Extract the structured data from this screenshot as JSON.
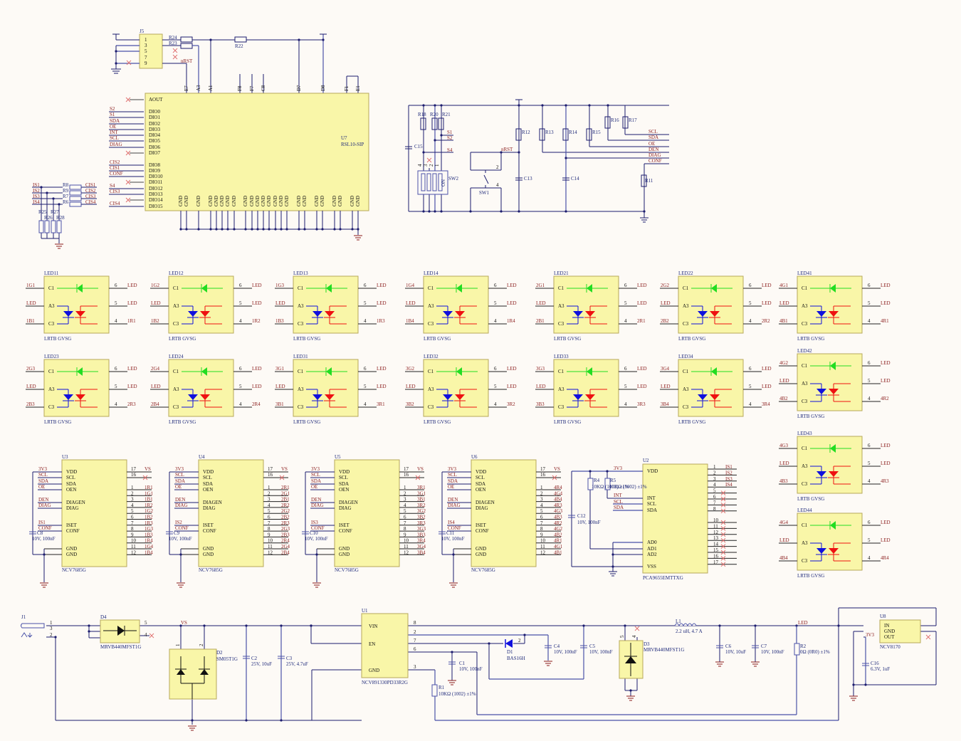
{
  "title": "RSL10 LED Driver Schematic",
  "colors": {
    "background": "#fdfaf6",
    "component_fill": "#f9f6a8",
    "wire": "#1c1c6e",
    "net_label": "#8a1b1b",
    "designator": "#1f2a7a",
    "led_green": "#22dd22",
    "led_blue": "#1010dd",
    "led_red": "#ee1111"
  },
  "mcu": {
    "designator": "U7",
    "part": "RSL10-SIP",
    "top_pins": [
      "E7",
      "A3",
      "A1",
      "F8",
      "F7",
      "C8",
      "D7",
      "D8",
      "F1",
      "E1"
    ],
    "left_pins": [
      {
        "pin": "AOUT",
        "net": ""
      },
      {
        "pin": "DIO0",
        "net": "S2"
      },
      {
        "pin": "DIO1",
        "net": "S1"
      },
      {
        "pin": "DIO2",
        "net": "SDA"
      },
      {
        "pin": "DIO3",
        "net": "OE"
      },
      {
        "pin": "DIO4",
        "net": "INT"
      },
      {
        "pin": "DIO5",
        "net": "SCL"
      },
      {
        "pin": "DIO6",
        "net": "DIAG"
      },
      {
        "pin": "DIO7",
        "net": ""
      },
      {
        "pin": "DIO8",
        "net": "CIS2"
      },
      {
        "pin": "DIO9",
        "net": "CIS1"
      },
      {
        "pin": "DIO10",
        "net": "CONF"
      },
      {
        "pin": "DIO11",
        "net": ""
      },
      {
        "pin": "DIO12",
        "net": "S4"
      },
      {
        "pin": "DIO13",
        "net": "CIS3"
      },
      {
        "pin": "DIO14",
        "net": ""
      },
      {
        "pin": "DIO15",
        "net": "CIS4"
      }
    ],
    "gnd_pin_label": "GND",
    "gnd_pin_count": 22
  },
  "header": {
    "designator": "J5",
    "pins": [
      "1",
      "3",
      "5",
      "7",
      "9"
    ],
    "resistors": [
      "R24",
      "R23",
      "R22"
    ],
    "nrst_label": "nRST"
  },
  "current_set": {
    "inputs": [
      "IS1",
      "IS2",
      "IS3",
      "IS4"
    ],
    "series_resistors": [
      "R8",
      "R9",
      "R7",
      "R6"
    ],
    "outputs": [
      "CIS1",
      "CIS2",
      "CIS3",
      "CIS4"
    ],
    "pulldowns": [
      "R25",
      "R26",
      "R27",
      "R28"
    ]
  },
  "switch_block": {
    "resistors": [
      "R18",
      "R20",
      "R21",
      "R12",
      "R13",
      "R14",
      "R15",
      "R16",
      "R17",
      "R11"
    ],
    "caps": [
      "C15",
      "C13",
      "C14"
    ],
    "sw2": "SW2",
    "sw2_side": "ON",
    "sw2_pins": [
      "4",
      "3",
      "2",
      "1"
    ],
    "sw1": "SW1",
    "sw1_pins": [
      "2",
      "4"
    ],
    "nets_left": [
      "S1",
      "S2",
      "S4"
    ],
    "nrst": "nRST",
    "bus_nets": [
      "SCL",
      "SDA",
      "OE",
      "DEN",
      "DIAG",
      "CONF"
    ]
  },
  "leds": {
    "part": "LRTB GVSG",
    "pins_left": [
      "C1",
      "A3",
      "C3"
    ],
    "pins_right": [
      "6",
      "5",
      "4"
    ],
    "common_net": "LED",
    "items": [
      {
        "ref": "LED11",
        "g": "1G1",
        "b": "1B1",
        "r": "1R1"
      },
      {
        "ref": "LED12",
        "g": "1G2",
        "b": "1B2",
        "r": "1R2"
      },
      {
        "ref": "LED13",
        "g": "1G3",
        "b": "1B3",
        "r": "1R3"
      },
      {
        "ref": "LED14",
        "g": "1G4",
        "b": "1B4",
        "r": "1R4"
      },
      {
        "ref": "LED21",
        "g": "2G1",
        "b": "2B1",
        "r": "2R1"
      },
      {
        "ref": "LED22",
        "g": "2G2",
        "b": "2B2",
        "r": "2R2"
      },
      {
        "ref": "LED41",
        "g": "4G1",
        "b": "4B1",
        "r": "4R1"
      },
      {
        "ref": "LED23",
        "g": "2G3",
        "b": "2B3",
        "r": "2R3"
      },
      {
        "ref": "LED24",
        "g": "2G4",
        "b": "2B4",
        "r": "2R4"
      },
      {
        "ref": "LED31",
        "g": "3G1",
        "b": "3B1",
        "r": "3R1"
      },
      {
        "ref": "LED32",
        "g": "3G2",
        "b": "3B2",
        "r": "3R2"
      },
      {
        "ref": "LED33",
        "g": "3G3",
        "b": "3B3",
        "r": "3R3"
      },
      {
        "ref": "LED34",
        "g": "3G4",
        "b": "3B4",
        "r": "3R4"
      },
      {
        "ref": "LED42",
        "g": "4G2",
        "b": "4B2",
        "r": "4R2"
      },
      {
        "ref": "LED43",
        "g": "4G3",
        "b": "4B3",
        "r": "4R3"
      },
      {
        "ref": "LED44",
        "g": "4G4",
        "b": "4B4",
        "r": "4R4"
      }
    ]
  },
  "drivers": {
    "part": "NCV7685G",
    "left_pins": [
      {
        "pin": "VDD",
        "net": "3V3"
      },
      {
        "pin": "SCL",
        "net": "SCL"
      },
      {
        "pin": "SDA",
        "net": "SDA"
      },
      {
        "pin": "OEN",
        "net": "OE"
      },
      {
        "pin": "DIAGEN",
        "net": "DEN"
      },
      {
        "pin": "DIAG",
        "net": "DIAG"
      },
      {
        "pin": "ISET",
        "net": "IS"
      },
      {
        "pin": "CONF",
        "net": "CONF"
      },
      {
        "pin": "GND",
        "net": ""
      },
      {
        "pin": "GND",
        "net": ""
      }
    ],
    "right_top": [
      {
        "pin": "17",
        "net": "VS"
      },
      {
        "pin": "16",
        "net": ""
      }
    ],
    "right_pin_numbers": [
      "1",
      "2",
      "3",
      "4",
      "5",
      "6",
      "7",
      "8",
      "9",
      "10",
      "11",
      "12"
    ],
    "cap_value": "10V, 100nF",
    "items": [
      {
        "ref": "U3",
        "iset": "IS1",
        "cap": "C8",
        "outs": [
          "1R1",
          "1G1",
          "1B1",
          "1R2",
          "1G2",
          "1B2",
          "1R3",
          "1G3",
          "1B3",
          "1R4",
          "1G4",
          "1B4"
        ]
      },
      {
        "ref": "U4",
        "iset": "IS2",
        "cap": "C9",
        "outs": [
          "2R1",
          "2G1",
          "2B1",
          "2R2",
          "2G2",
          "2B2",
          "2R3",
          "2G3",
          "2B3",
          "2R4",
          "2G4",
          "2B4"
        ]
      },
      {
        "ref": "U5",
        "iset": "IS3",
        "cap": "C10",
        "outs": [
          "3R1",
          "3G1",
          "3B1",
          "3R2",
          "3G2",
          "3B2",
          "3R3",
          "3G3",
          "3B3",
          "3R4",
          "3G4",
          "3B4"
        ]
      },
      {
        "ref": "U6",
        "iset": "IS4",
        "cap": "C11",
        "outs": [
          "4R4",
          "4G4",
          "4B4",
          "4R3",
          "4G3",
          "4B3",
          "4R2",
          "4G2",
          "4B2",
          "4R1",
          "4G1",
          "4B1"
        ]
      }
    ]
  },
  "pwm": {
    "ref": "U2",
    "part": "PCA9655EMTTXG",
    "left_pins": [
      "VDD",
      "INT",
      "SCL",
      "SDA",
      "AD0",
      "AD1",
      "AD2",
      "VSS"
    ],
    "left_nets": [
      "3V3",
      "INT",
      "SCL",
      "SDA"
    ],
    "right_pins": [
      "1",
      "2",
      "3",
      "4",
      "5",
      "6",
      "7",
      "8",
      "10",
      "11",
      "12",
      "13",
      "14",
      "15",
      "16",
      "17"
    ],
    "right_nets": [
      "IS1",
      "IS2",
      "IS3",
      "IS4"
    ],
    "r4": "R4",
    "r5": "R5",
    "r_value": "10KΩ (1002) ±1%",
    "cap": "C12",
    "cap_value": "10V, 100nF"
  },
  "power": {
    "j1": "J1",
    "j1_pins": [
      "1",
      "3",
      "2"
    ],
    "d4": "D4",
    "d4_part": "MRVB440MFST1G",
    "d4_pins": [
      "5",
      "4"
    ],
    "vs": "VS",
    "d2": "D2",
    "d2_part": "SM05T1G",
    "d2_pins": [
      "1",
      "2"
    ],
    "c2": "C2",
    "c2_value": "25V, 10uF",
    "c3": "C3",
    "c3_value": "25V, 4.7uF",
    "u1": "U1",
    "u1_part": "NCV891330PD33R2G",
    "u1_left": [
      "VIN",
      "EN",
      "GND"
    ],
    "u1_right": [
      "8",
      "2",
      "7",
      "6",
      "3"
    ],
    "c1": "C1",
    "c1_value": "10V, 100nF",
    "r1": "R1",
    "r1_value": "10KΩ (1002) ±1%",
    "d1": "D1",
    "d1_part": "BAS16H",
    "d1_pin": "2",
    "c4": "C4",
    "c4_value": "10V, 100nF",
    "c5": "C5",
    "c5_value": "10V, 100nF",
    "d3": "D3",
    "d3_part": "MRVB440MFST1G",
    "d3_pins": [
      "5",
      "4"
    ],
    "l1": "L1",
    "l1_value": "2.2 uH, 4.7 A",
    "c6": "C6",
    "c6_value": "10V, 10uF",
    "c7": "C7",
    "c7_value": "10V, 100nF",
    "led_net": "LED",
    "r2": "R2",
    "r2_value": "0Ω (0R0) ±1%",
    "u8": "U8",
    "u8_part": "NCV8170",
    "u8_pins": [
      "IN",
      "GND",
      "OUT"
    ],
    "v33": "3V3",
    "c16": "C16",
    "c16_value": "6.3V, 1uF"
  }
}
